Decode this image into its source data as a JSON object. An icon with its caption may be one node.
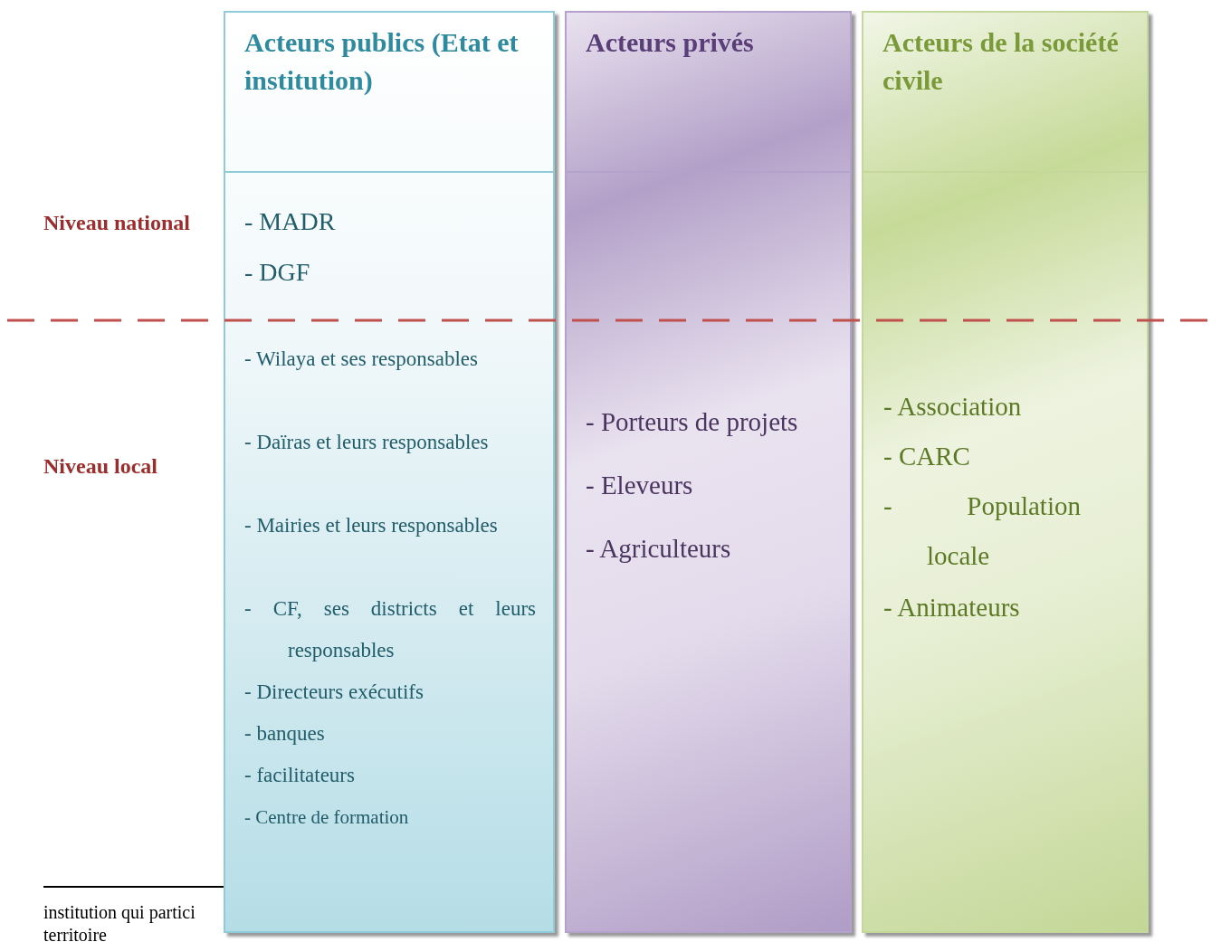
{
  "diagram": {
    "nodes": [
      {
        "text": [
          "Acteurs publics (Etat et institution)",
          "- MADR",
          "- DGF",
          "- Wilaya et ses responsables",
          "- Daïras et leurs responsables",
          "- Mairies et leurs responsables",
          "- CF, ses districts et leurs responsables",
          "- Directeurs exécutifs",
          "- banques",
          "- facilitateurs",
          "- Centre de formation"
        ]
      },
      {
        "text": [
          "Acteurs privés",
          "- Porteurs de projets",
          "- Eleveurs",
          "- Agriculteurs"
        ]
      },
      {
        "text": [
          "Acteurs de la société civile",
          "- Association",
          "- CARC",
          "- Population locale",
          "- Animateurs"
        ]
      }
    ],
    "edges": [],
    "labels": [
      "Niveau national",
      "Niveau local",
      "institution qui partici",
      "territoire"
    ]
  }
}
